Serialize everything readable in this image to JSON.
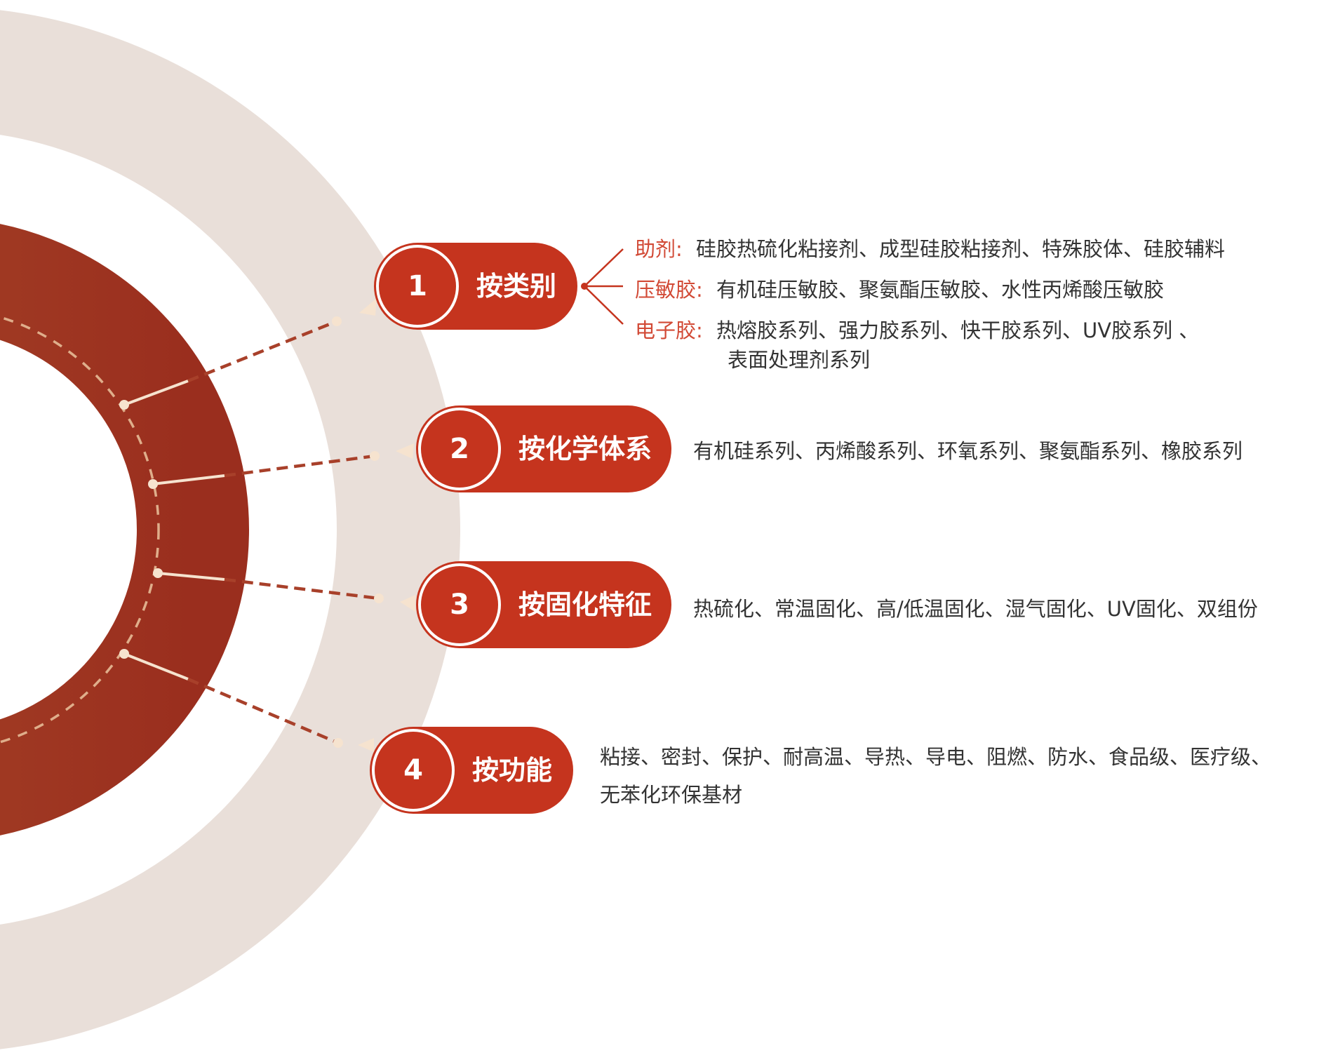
{
  "colors": {
    "outer_ring": "#e9dfd9",
    "inner_ring_light": "#a84a2a",
    "inner_ring_dark": "#9a2e1e",
    "accent_red": "#c5341e",
    "connector_light": "#f6e3cf",
    "key_text": "#d24a36",
    "body_text": "#333333"
  },
  "items": [
    {
      "number": "1",
      "label": "按类别",
      "details": [
        {
          "key": "助剂:",
          "text": "硅胶热硫化粘接剂、成型硅胶粘接剂、特殊胶体、硅胶辅料"
        },
        {
          "key": "压敏胶:",
          "text": "有机硅压敏胶、聚氨酯压敏胶、水性丙烯酸压敏胶"
        },
        {
          "key": "电子胶:",
          "text": "热熔胶系列、强力胶系列、快干胶系列、UV胶系列 、",
          "text2": "表面处理剂系列"
        }
      ]
    },
    {
      "number": "2",
      "label": "按化学体系",
      "desc": "有机硅系列、丙烯酸系列、环氧系列、聚氨酯系列、橡胶系列"
    },
    {
      "number": "3",
      "label": "按固化特征",
      "desc": "热硫化、常温固化、高/低温固化、湿气固化、UV固化、双组份"
    },
    {
      "number": "4",
      "label": "按功能",
      "desc": "粘接、密封、保护、耐高温、导热、导电、阻燃、防水、食品级、医疗级、",
      "desc2": "无苯化环保基材"
    }
  ]
}
